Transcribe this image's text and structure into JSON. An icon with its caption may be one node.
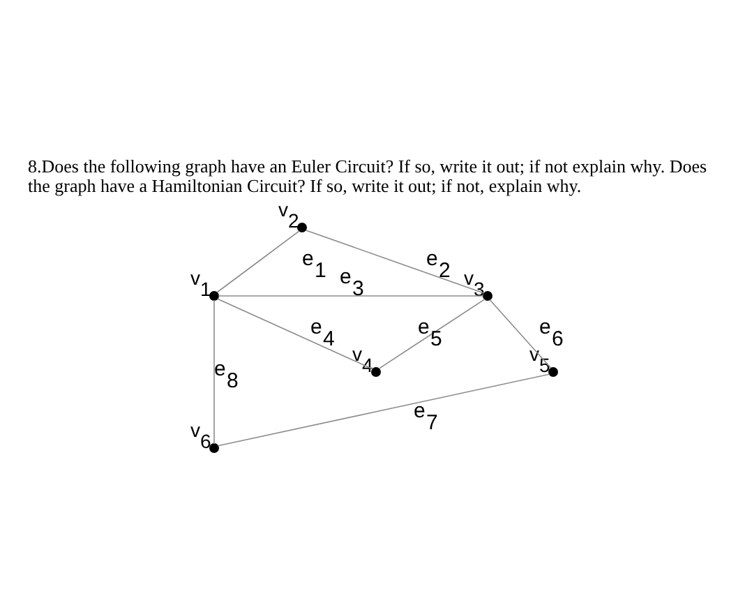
{
  "diagram": {
    "title": "8.Does the following graph have an Euler Circuit? If so, write it out; if not explain why. Does the graph have a Hamiltonian Circuit? If so, write it out; if not, explain why.",
    "nodes": [
      {
        "text": [],
        "shape": "circle",
        "beside": [
          "v$_{1}$"
        ]
      },
      {
        "text": [],
        "shape": "circle",
        "beside": [
          "v$_{2}$"
        ]
      },
      {
        "text": [],
        "shape": "circle",
        "beside": [
          "v$_{3}$"
        ]
      },
      {
        "text": [],
        "shape": "circle",
        "beside": [
          "v$_{4}$"
        ]
      },
      {
        "text": [],
        "shape": "circle",
        "beside": [
          "v$_{5}$"
        ]
      },
      {
        "text": [],
        "shape": "circle",
        "beside": [
          "v$_{6}$"
        ]
      }
    ],
    "edges": [
      {
        "from": 0,
        "to": 1,
        "arrow": "none",
        "label": "e$_{1}$"
      },
      {
        "from": 1,
        "to": 2,
        "arrow": "none",
        "label": "e$_{2}$"
      },
      {
        "from": 0,
        "to": 2,
        "arrow": "none",
        "label": "e$_{3}$"
      },
      {
        "from": 0,
        "to": 3,
        "arrow": "none",
        "label": "e$_{4}$"
      },
      {
        "from": 3,
        "to": 2,
        "arrow": "none",
        "label": "e$_{5}$"
      },
      {
        "from": 2,
        "to": 4,
        "arrow": "none",
        "label": "e$_{6}$"
      },
      {
        "from": 4,
        "to": 5,
        "arrow": "none",
        "label": "e$_{7}$"
      },
      {
        "from": 0,
        "to": 5,
        "arrow": "none",
        "label": "e$_{8}$"
      }
    ]
  }
}
